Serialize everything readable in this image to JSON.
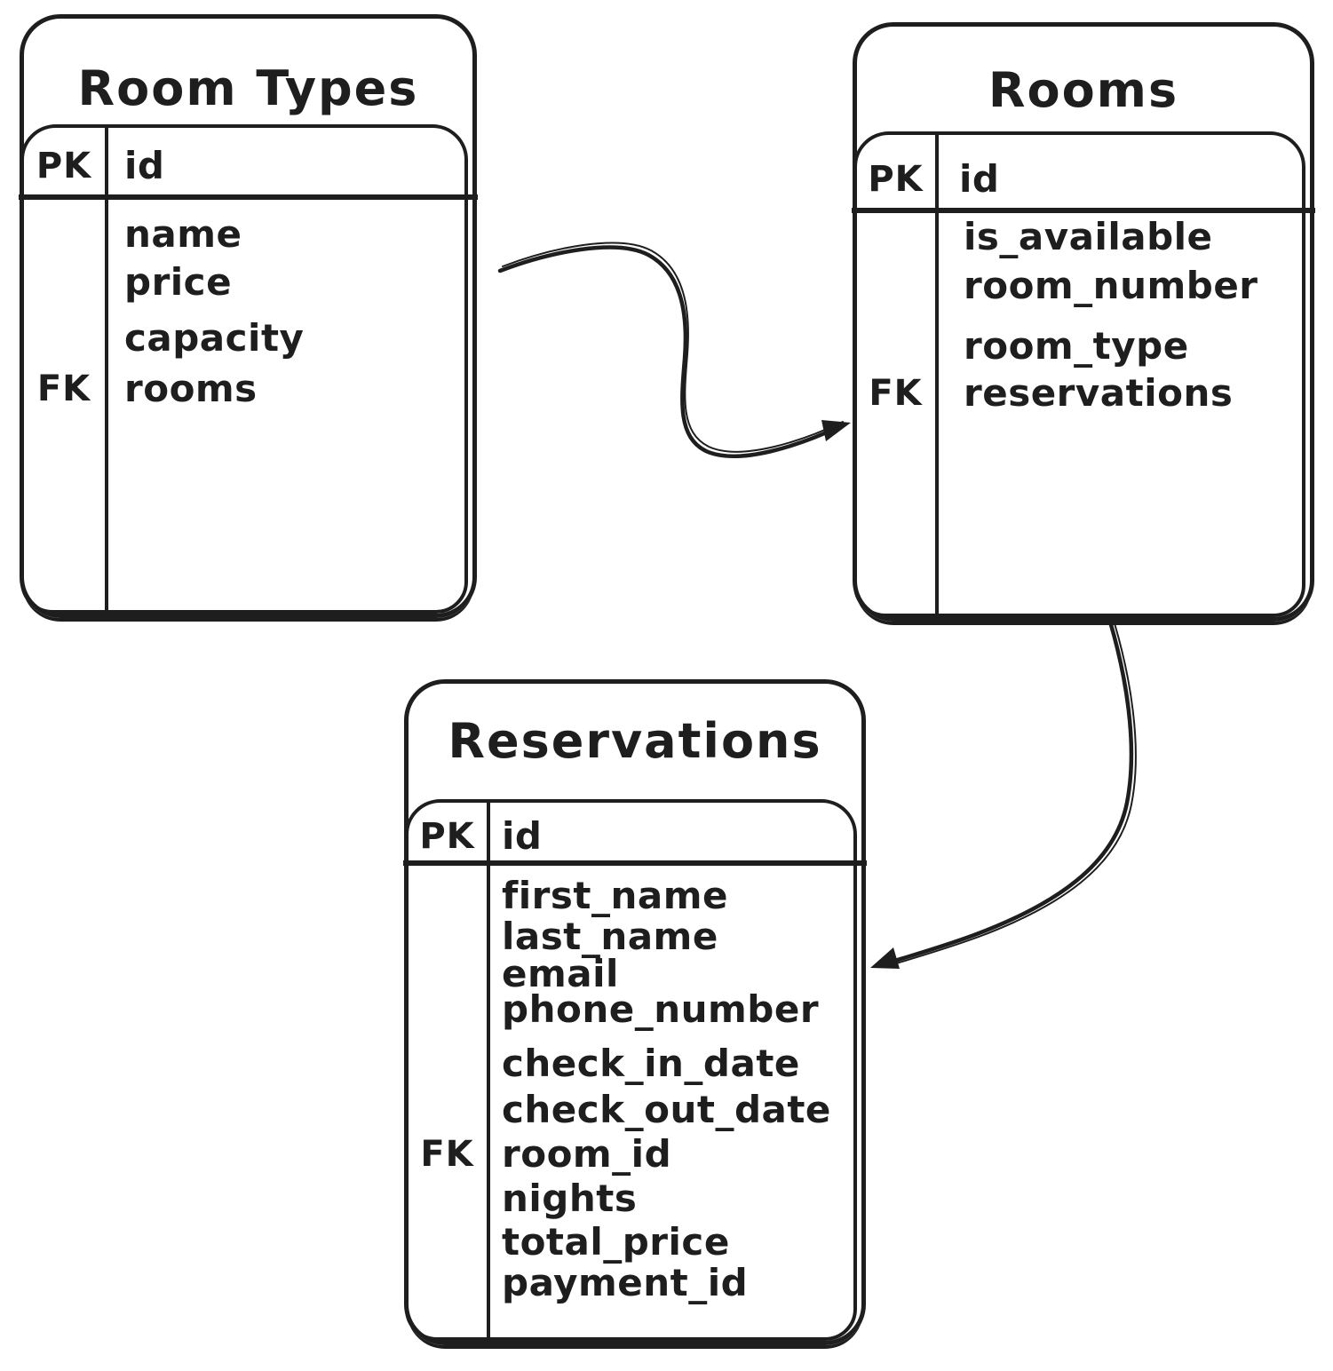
{
  "canvas": {
    "background": "#ffffff",
    "stroke_color": "#1e1e1e"
  },
  "diagram": {
    "tables": [
      {
        "title": "Room Types",
        "pk_label": "PK",
        "pk_field": "id",
        "fk_label": "FK",
        "fields": [
          "name",
          "price",
          "capacity",
          "rooms"
        ],
        "fk_field": "rooms"
      },
      {
        "title": "Rooms",
        "pk_label": "PK",
        "pk_field": "id",
        "fk_label": "FK",
        "fields": [
          "is_available",
          "room_number",
          "room_type",
          "reservations"
        ],
        "fk_field": "reservations"
      },
      {
        "title": "Reservations",
        "pk_label": "PK",
        "pk_field": "id",
        "fk_label": "FK",
        "fields": [
          "first_name",
          "last_name",
          "email",
          "phone_number",
          "check_in_date",
          "check_out_date",
          "room_id",
          "nights",
          "total_price",
          "payment_id"
        ],
        "fk_field": "room_id"
      }
    ],
    "relations": [
      {
        "from": "Room Types",
        "to": "Rooms"
      },
      {
        "from": "Rooms",
        "to": "Reservations"
      }
    ]
  }
}
